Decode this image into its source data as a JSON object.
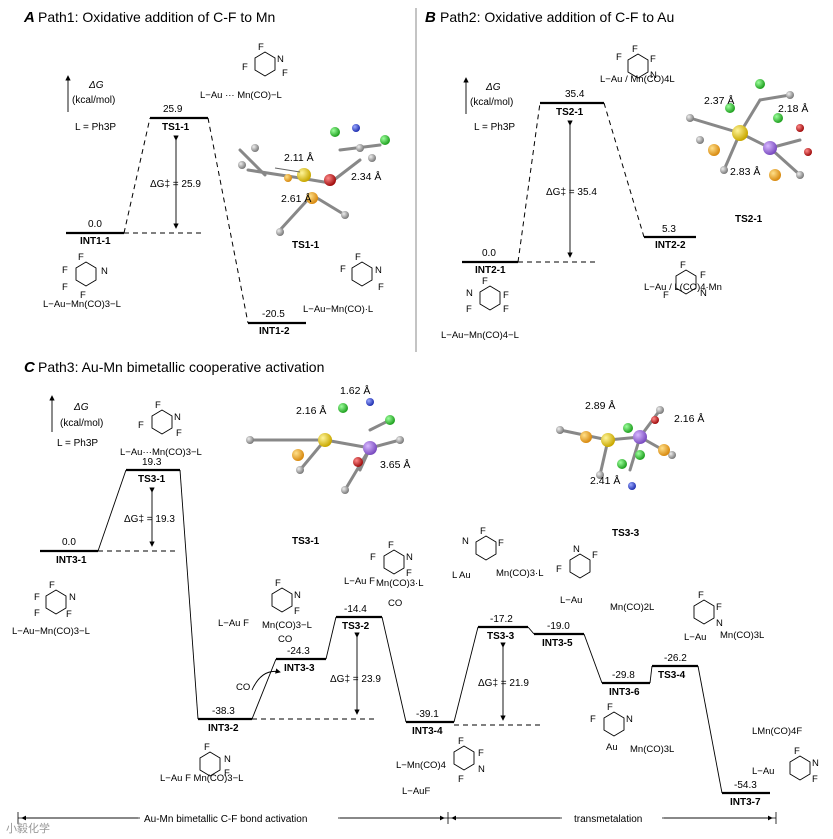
{
  "panels": {
    "A": {
      "letter": "A",
      "title": "Path1: Oxidative addition of C-F to Mn"
    },
    "B": {
      "letter": "B",
      "title": "Path2: Oxidative addition of C-F to Au"
    },
    "C": {
      "letter": "C",
      "title": "Path3: Au-Mn bimetallic cooperative activation"
    }
  },
  "axis": {
    "symbol": "ΔG",
    "unit": "(kcal/mol)",
    "ligand": "L = Ph3P"
  },
  "chart_data": [
    {
      "type": "energy_profile",
      "panel": "A",
      "states": [
        {
          "name": "INT1-1",
          "energy": 0.0,
          "label": "0.0"
        },
        {
          "name": "TS1-1",
          "energy": 25.9,
          "label": "25.9"
        },
        {
          "name": "INT1-2",
          "energy": -20.5,
          "label": "-20.5"
        }
      ],
      "barrier": "ΔG‡ = 25.9"
    },
    {
      "type": "energy_profile",
      "panel": "B",
      "states": [
        {
          "name": "INT2-1",
          "energy": 0.0,
          "label": "0.0"
        },
        {
          "name": "TS2-1",
          "energy": 35.4,
          "label": "35.4"
        },
        {
          "name": "INT2-2",
          "energy": 5.3,
          "label": "5.3"
        }
      ],
      "barrier": "ΔG‡ = 35.4"
    },
    {
      "type": "energy_profile",
      "panel": "C",
      "states": [
        {
          "name": "INT3-1",
          "energy": 0.0,
          "label": "0.0"
        },
        {
          "name": "TS3-1",
          "energy": 19.3,
          "label": "19.3"
        },
        {
          "name": "INT3-2",
          "energy": -38.3,
          "label": "-38.3"
        },
        {
          "name": "INT3-3",
          "energy": -24.3,
          "label": "-24.3"
        },
        {
          "name": "TS3-2",
          "energy": -14.4,
          "label": "-14.4"
        },
        {
          "name": "INT3-4",
          "energy": -39.1,
          "label": "-39.1"
        },
        {
          "name": "TS3-3",
          "energy": -17.2,
          "label": "-17.2"
        },
        {
          "name": "INT3-5",
          "energy": -19.0,
          "label": "-19.0"
        },
        {
          "name": "INT3-6",
          "energy": -29.8,
          "label": "-29.8"
        },
        {
          "name": "TS3-4",
          "energy": -26.2,
          "label": "-26.2"
        },
        {
          "name": "INT3-7",
          "energy": -54.3,
          "label": "-54.3"
        }
      ],
      "barriers": [
        "ΔG‡ = 19.3",
        "ΔG‡ = 23.9",
        "ΔG‡ = 21.9"
      ]
    }
  ],
  "structures": {
    "ts1_1": {
      "name": "TS1-1",
      "distances": [
        "2.11 Å",
        "2.34 Å",
        "2.61 Å"
      ]
    },
    "ts2_1": {
      "name": "TS2-1",
      "distances": [
        "2.37 Å",
        "2.18 Å",
        "2.83 Å"
      ]
    },
    "ts3_1": {
      "name": "TS3-1",
      "distances": [
        "1.62 Å",
        "2.16 Å",
        "3.65 Å"
      ]
    },
    "ts3_3": {
      "name": "TS3-3",
      "distances": [
        "2.89 Å",
        "2.16 Å",
        "2.41 Å"
      ]
    }
  },
  "species": {
    "int1_1": "L−Au−Mn(CO)3−L",
    "ts1_1": "L−Au ··· Mn(CO)−L",
    "int1_2": "L−Au−Mn(CO)·L",
    "int2_1": "L−Au−Mn(CO)4−L",
    "ts2_1": "L−Au / Mn(CO)4L",
    "int2_2": "L−Au / L(CO)4·Mn",
    "int3_1": "L−Au−Mn(CO)3−L",
    "ts3_1": "L−Au···Mn(CO)3−L",
    "int3_2": "L−Au F Mn(CO)3−L",
    "int3_3a": "L−Au F",
    "int3_3b": "Mn(CO)3−L",
    "int3_3c": "CO",
    "co_loss": "CO",
    "ts3_2a": "L−Au F",
    "ts3_2b": "Mn(CO)3·L",
    "ts3_2c": "CO",
    "int3_4a": "L−Mn(CO)4",
    "int3_4b": "L−AuF",
    "ts3_3a": "L Au",
    "ts3_3b": "Mn(CO)3·L",
    "int3_5a": "L−Au",
    "int3_5b": "Mn(CO)2L",
    "int3_6a": "Au",
    "int3_6b": "Mn(CO)3L",
    "ts3_4a": "L−Au",
    "ts3_4b": "Mn(CO)3L",
    "int3_7a": "LMn(CO)4F",
    "int3_7b": "L−Au"
  },
  "bottom": {
    "left": "Au-Mn bimetallic  C-F bond activation",
    "right": "transmetalation"
  },
  "watermark": "小毅化学"
}
